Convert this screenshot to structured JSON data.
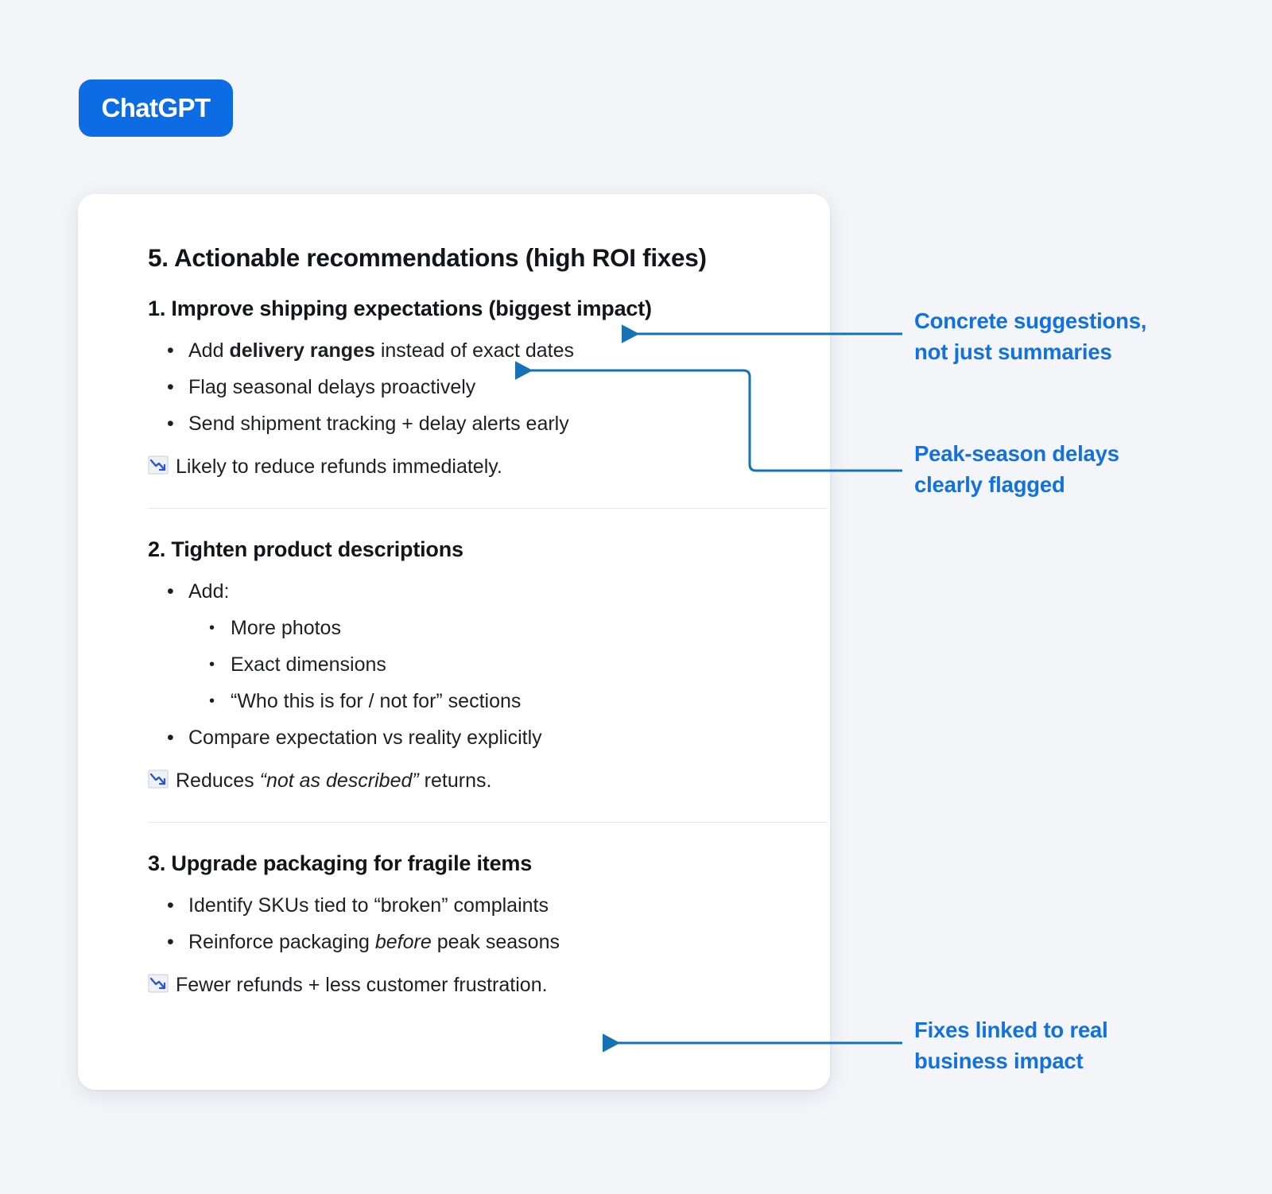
{
  "badge": {
    "label": "ChatGPT"
  },
  "colors": {
    "background": "#f3f5f9",
    "card": "#ffffff",
    "badge_blue": "#0d6ce4",
    "annotation_blue": "#1271de",
    "connector_blue": "#1572b5",
    "text": "#1d1f24",
    "divider": "#e6e8ec"
  },
  "card": {
    "title": "5. Actionable recommendations (high ROI fixes)",
    "sections": [
      {
        "heading": "1. Improve shipping expectations (biggest impact)",
        "bullets": [
          {
            "level": 1,
            "prefix": "Add ",
            "bold": "delivery ranges",
            "suffix": " instead of exact dates"
          },
          {
            "level": 1,
            "text": "Flag seasonal delays proactively"
          },
          {
            "level": 1,
            "text": "Send shipment tracking + delay alerts early"
          }
        ],
        "note_icon": "chart-decreasing-icon",
        "note": "Likely to reduce refunds immediately."
      },
      {
        "heading": "2. Tighten product descriptions",
        "bullets": [
          {
            "level": 1,
            "text": "Add:"
          },
          {
            "level": 2,
            "text": "More photos"
          },
          {
            "level": 2,
            "text": "Exact dimensions"
          },
          {
            "level": 2,
            "text": "“Who this is for / not for” sections"
          },
          {
            "level": 1,
            "text": "Compare expectation vs reality explicitly"
          }
        ],
        "note_icon": "chart-decreasing-icon",
        "note_prefix": "Reduces ",
        "note_italic": "“not as described”",
        "note_suffix": " returns."
      },
      {
        "heading": "3. Upgrade packaging for fragile items",
        "bullets": [
          {
            "level": 1,
            "text": "Identify SKUs tied to “broken” complaints"
          },
          {
            "level": 1,
            "prefix": "Reinforce packaging ",
            "italic": "before",
            "suffix": " peak seasons"
          }
        ],
        "note_icon": "chart-decreasing-icon",
        "note": "Fewer refunds + less customer frustration."
      }
    ]
  },
  "annotations": [
    {
      "text": "Concrete suggestions,\nnot just summaries"
    },
    {
      "text": "Peak-season delays\nclearly flagged"
    },
    {
      "text": "Fixes linked to real\nbusiness impact"
    }
  ]
}
